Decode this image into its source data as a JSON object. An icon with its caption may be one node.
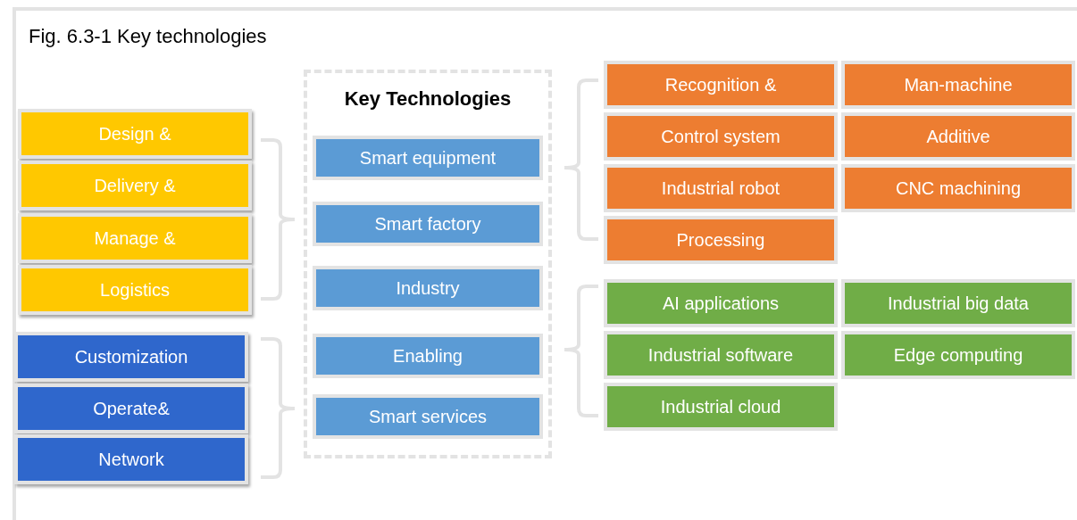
{
  "diagram": {
    "title": "Fig. 6.3-1 Key technologies",
    "nodes": [
      {
        "text": [
          "Design &"
        ]
      },
      {
        "text": [
          "Delivery &"
        ]
      },
      {
        "text": [
          "Manage &"
        ]
      },
      {
        "text": [
          "Logistics"
        ]
      },
      {
        "text": [
          "Customization"
        ]
      },
      {
        "text": [
          "Operate&"
        ]
      },
      {
        "text": [
          "Network"
        ]
      },
      {
        "text": [
          "Key Technologies"
        ]
      },
      {
        "text": [
          "Smart equipment"
        ],
        "in": 7
      },
      {
        "text": [
          "Smart factory"
        ],
        "in": 7
      },
      {
        "text": [
          "Industry"
        ],
        "in": 7
      },
      {
        "text": [
          "Enabling"
        ],
        "in": 7
      },
      {
        "text": [
          "Smart services"
        ],
        "in": 7
      },
      {
        "text": [
          "Recognition &"
        ]
      },
      {
        "text": [
          "Man-machine"
        ]
      },
      {
        "text": [
          "Control system"
        ]
      },
      {
        "text": [
          "Additive"
        ]
      },
      {
        "text": [
          "Industrial robot"
        ]
      },
      {
        "text": [
          "CNC machining"
        ]
      },
      {
        "text": [
          "Processing"
        ]
      },
      {
        "text": [
          "AI applications"
        ]
      },
      {
        "text": [
          "Industrial big data"
        ]
      },
      {
        "text": [
          "Industrial software"
        ]
      },
      {
        "text": [
          "Edge computing"
        ]
      },
      {
        "text": [
          "Industrial cloud"
        ]
      }
    ]
  }
}
